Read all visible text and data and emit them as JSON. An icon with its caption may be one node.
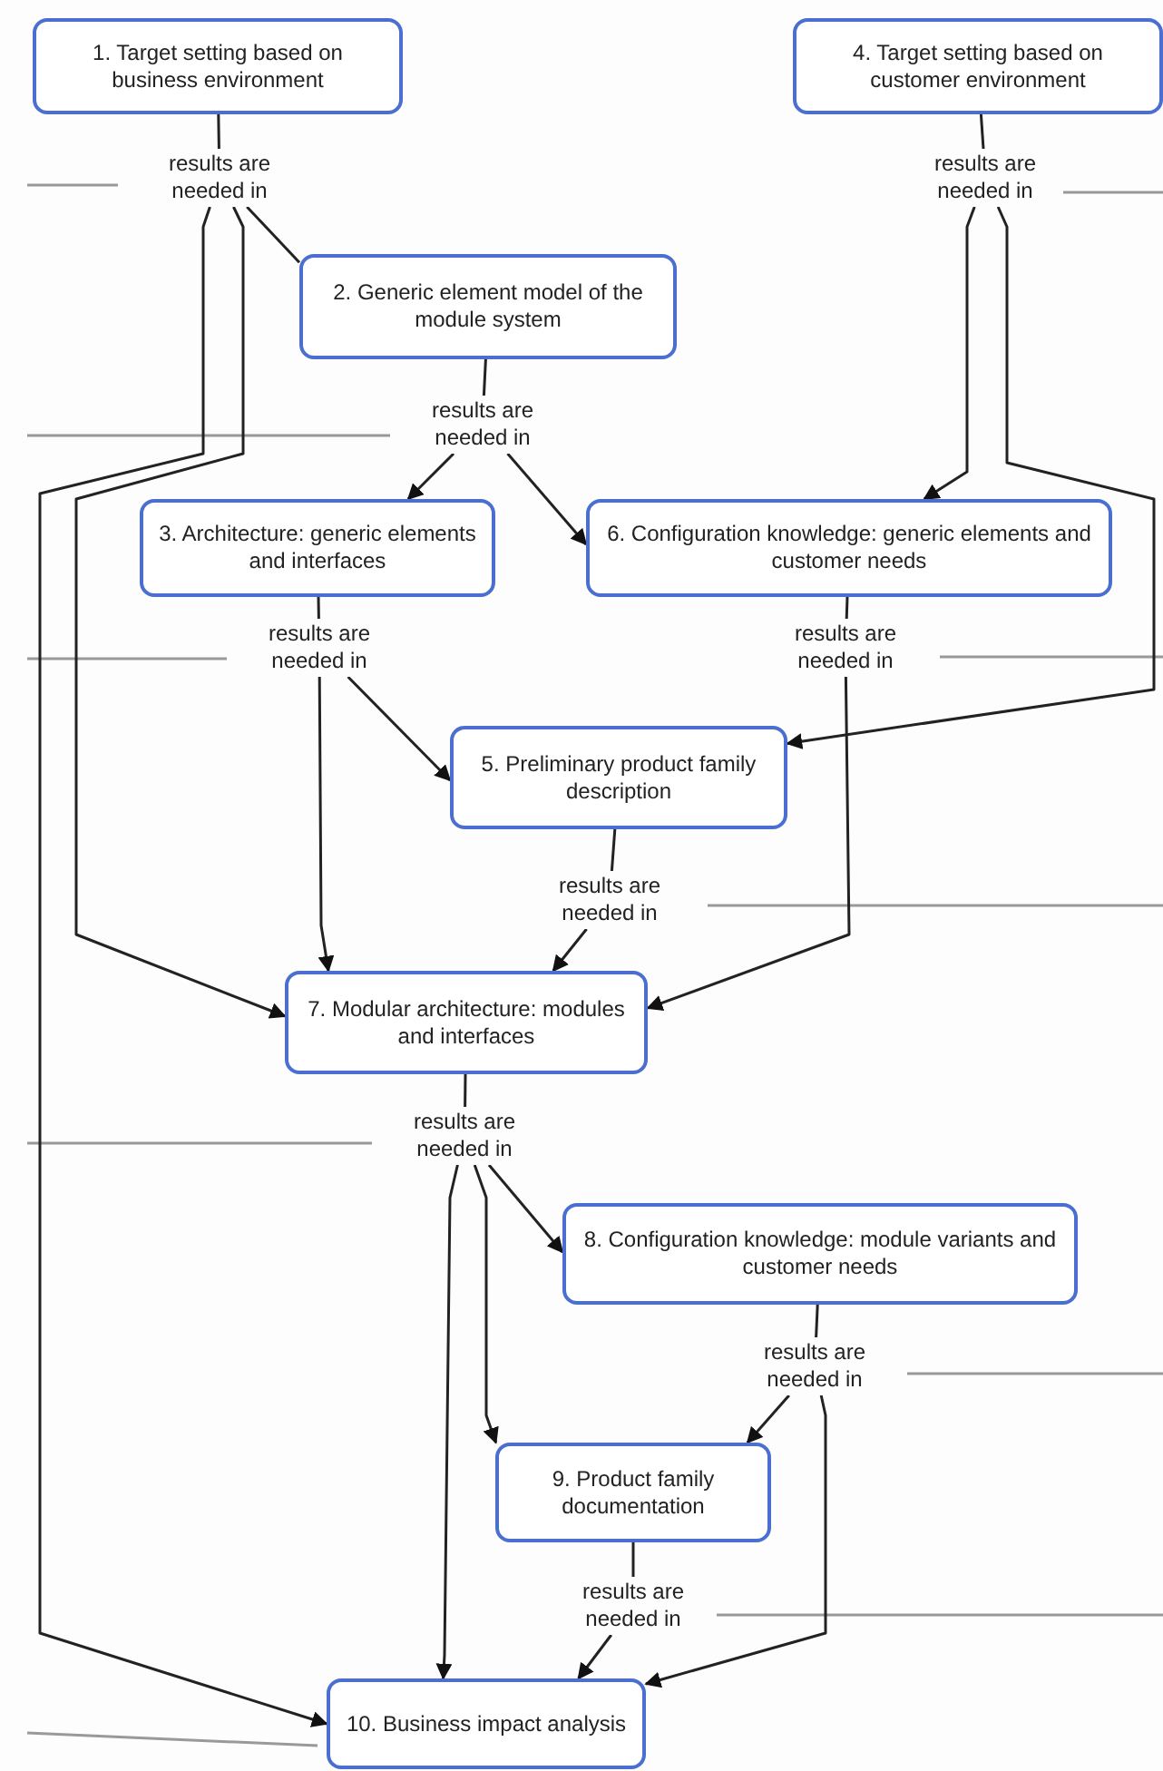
{
  "diagram": {
    "nodes": [
      {
        "text": [
          "1. Target setting based on business environment"
        ]
      },
      {
        "text": [
          "results are needed in"
        ]
      },
      {
        "text": [
          "4. Target setting based on customer environment"
        ]
      },
      {
        "text": [
          "results are needed in"
        ]
      },
      {
        "text": [
          "2. Generic element model of the module system"
        ]
      },
      {
        "text": [
          "results are needed in"
        ]
      },
      {
        "text": [
          "3. Architecture: generic elements and interfaces"
        ]
      },
      {
        "text": [
          "6. Configuration knowledge: generic elements and customer needs"
        ]
      },
      {
        "text": [
          "results are needed in"
        ]
      },
      {
        "text": [
          "results are needed in"
        ]
      },
      {
        "text": [
          "5. Preliminary product family description"
        ]
      },
      {
        "text": [
          "results are needed in"
        ]
      },
      {
        "text": [
          "7. Modular architecture: modules and interfaces"
        ]
      },
      {
        "text": [
          "results are needed in"
        ]
      },
      {
        "text": [
          "8. Configuration knowledge: module variants and customer needs"
        ]
      },
      {
        "text": [
          "results are needed in"
        ]
      },
      {
        "text": [
          "9. Product family documentation"
        ]
      },
      {
        "text": [
          "results are needed in"
        ]
      },
      {
        "text": [
          "10. Business impact analysis"
        ]
      }
    ],
    "edges": [
      {
        "from": 0,
        "to": 1,
        "arrow": "none"
      },
      {
        "from": 1,
        "to": 4,
        "arrow": "none"
      },
      {
        "from": 1,
        "to": 12,
        "arrow": "to"
      },
      {
        "from": 1,
        "to": 18,
        "arrow": "to"
      },
      {
        "from": 2,
        "to": 3,
        "arrow": "none"
      },
      {
        "from": 3,
        "to": 7,
        "arrow": "to"
      },
      {
        "from": 3,
        "to": 10,
        "arrow": "to"
      },
      {
        "from": 4,
        "to": 5,
        "arrow": "none"
      },
      {
        "from": 5,
        "to": 6,
        "arrow": "to"
      },
      {
        "from": 5,
        "to": 7,
        "arrow": "to"
      },
      {
        "from": 6,
        "to": 8,
        "arrow": "none"
      },
      {
        "from": 8,
        "to": 10,
        "arrow": "to"
      },
      {
        "from": 8,
        "to": 12,
        "arrow": "to"
      },
      {
        "from": 7,
        "to": 9,
        "arrow": "none"
      },
      {
        "from": 9,
        "to": 12,
        "arrow": "to"
      },
      {
        "from": 10,
        "to": 11,
        "arrow": "none"
      },
      {
        "from": 11,
        "to": 12,
        "arrow": "to"
      },
      {
        "from": 12,
        "to": 13,
        "arrow": "none"
      },
      {
        "from": 13,
        "to": 14,
        "arrow": "to"
      },
      {
        "from": 13,
        "to": 16,
        "arrow": "to"
      },
      {
        "from": 13,
        "to": 18,
        "arrow": "to"
      },
      {
        "from": 14,
        "to": 15,
        "arrow": "none"
      },
      {
        "from": 15,
        "to": 16,
        "arrow": "to"
      },
      {
        "from": 15,
        "to": 18,
        "arrow": "to"
      },
      {
        "from": 16,
        "to": 17,
        "arrow": "none"
      },
      {
        "from": 17,
        "to": 18,
        "arrow": "to"
      }
    ]
  }
}
